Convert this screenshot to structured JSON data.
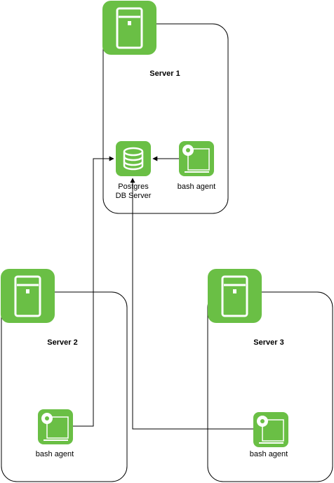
{
  "servers": [
    {
      "id": "server-1",
      "title": "Server 1"
    },
    {
      "id": "server-2",
      "title": "Server 2"
    },
    {
      "id": "server-3",
      "title": "Server 3"
    }
  ],
  "db": {
    "line1": "Postgres",
    "line2": "DB Server"
  },
  "agents": [
    {
      "id": "agent-s1",
      "label": "bash agent"
    },
    {
      "id": "agent-s2",
      "label": "bash agent"
    },
    {
      "id": "agent-s3",
      "label": "bash agent"
    }
  ],
  "colors": {
    "icon_green": "#6ABF45",
    "stroke": "#000000",
    "background": "#ffffff"
  },
  "icons": {
    "server": "server-tower-icon",
    "database": "database-icon",
    "agent": "gear-monitor-icon"
  }
}
